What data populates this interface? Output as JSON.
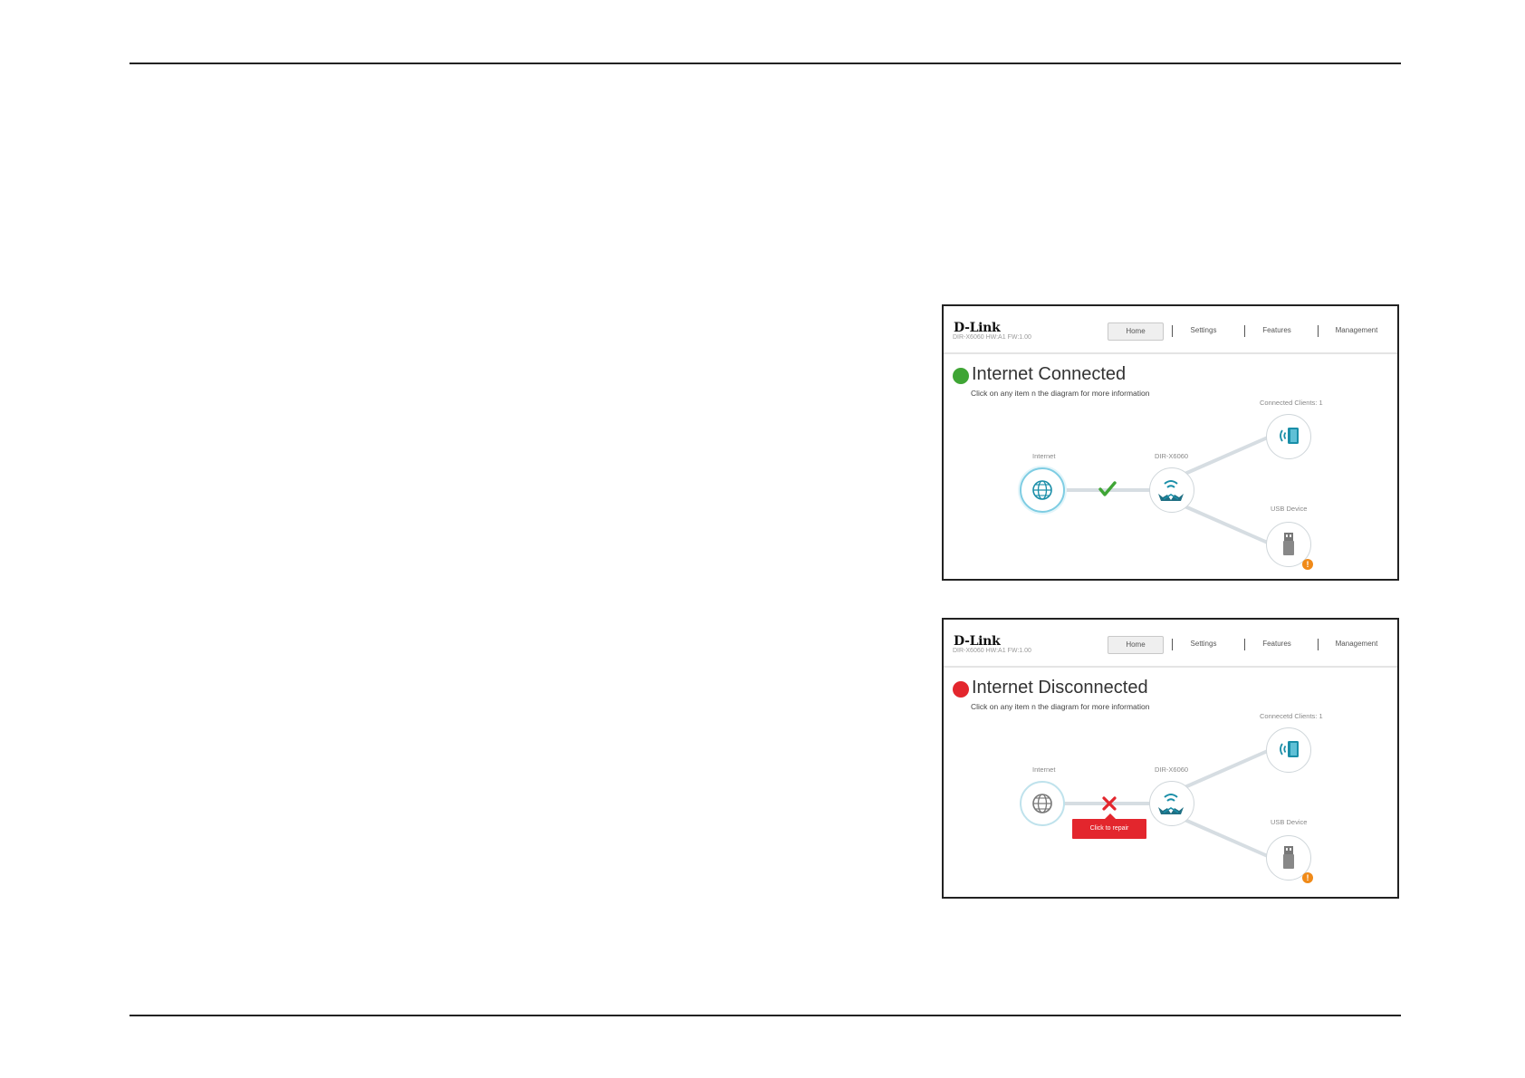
{
  "colors": {
    "connected": "#3fa535",
    "disconnected": "#e3262d",
    "accent": "#1a8ea8",
    "warning": "#f08a18",
    "link": "#d6dde2"
  },
  "panels": [
    {
      "header": {
        "logo": "D-Link",
        "firmware": "DIR-X6060 HW:A1 FW:1.00",
        "nav": [
          "Home",
          "Settings",
          "Features",
          "Management"
        ]
      },
      "status": {
        "state": "connected",
        "title": "Internet Connected",
        "hint": "Click on any item n the diagram for more information"
      },
      "diagram": {
        "internet_label": "Internet",
        "router_label": "DIR-X6060",
        "clients_label": "Connected Clients: 1",
        "usb_label": "USB Device",
        "link_state_icon": "checkmark-icon"
      }
    },
    {
      "header": {
        "logo": "D-Link",
        "firmware": "DIR-X6060 HW:A1 FW:1.00",
        "nav": [
          "Home",
          "Settings",
          "Features",
          "Management"
        ]
      },
      "status": {
        "state": "disconnected",
        "title": "Internet Disconnected",
        "hint": "Click on any item n the diagram for more information"
      },
      "diagram": {
        "internet_label": "Internet",
        "router_label": "DIR-X6060",
        "clients_label": "Connecetd Clients: 1",
        "usb_label": "USB Device",
        "link_state_icon": "cross-icon",
        "repair_button": "Click to repair"
      }
    }
  ]
}
